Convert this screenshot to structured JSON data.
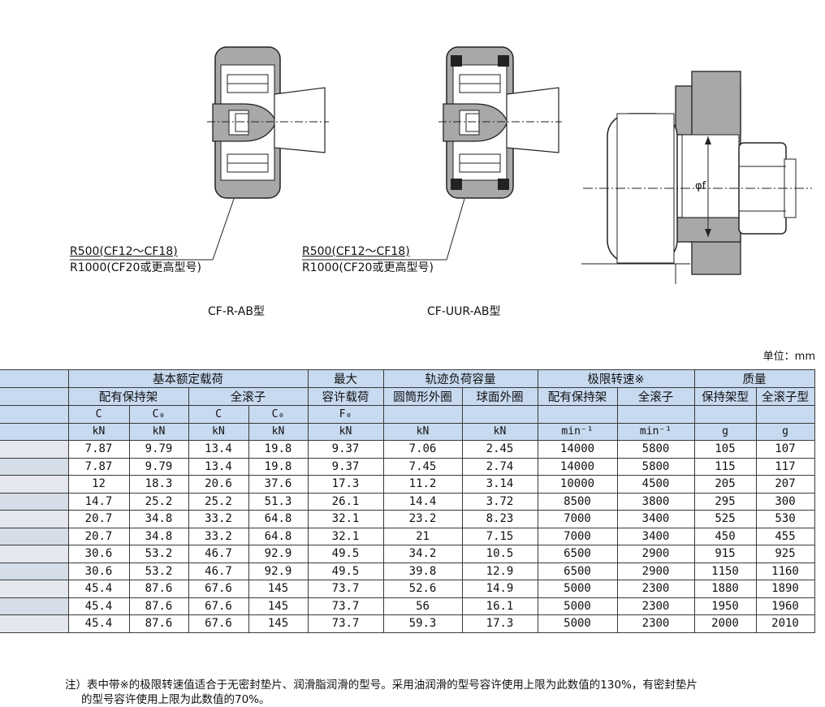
{
  "diagrams": {
    "left": {
      "callout_line1": "R500(CF12～CF18)",
      "callout_line2": "R1000(CF20或更高型号)",
      "caption": "CF-R-AB型"
    },
    "middle": {
      "callout_line1": "R500(CF12～CF18)",
      "callout_line2": "R1000(CF20或更高型号)",
      "caption": "CF-UUR-AB型"
    },
    "right": {
      "dimension_label": "φf"
    }
  },
  "unit_label": "单位：mm",
  "table": {
    "header": {
      "basic_load": "基本额定载荷",
      "max_allow_1": "最大",
      "max_allow_2": "容许载荷",
      "track_load": "轨迹负荷容量",
      "limit_speed": "极限转速※",
      "mass": "质量",
      "with_cage": "配有保持架",
      "full_roller": "全滚子",
      "cyl_outer": "圆筒形外圈",
      "sph_outer": "球面外圈",
      "speed_with_cage": "配有保持架",
      "speed_full_roller": "全滚子",
      "cage_type": "保持架型",
      "full_roller_type": "全滚子型",
      "c1": "C",
      "c0_1": "C₀",
      "c2": "C",
      "c0_2": "C₀",
      "f0": "F₀",
      "u_kn1": "kN",
      "u_kn2": "kN",
      "u_kn3": "kN",
      "u_kn4": "kN",
      "u_kn5": "kN",
      "u_kn6": "kN",
      "u_kn7": "kN",
      "u_min1": "min⁻¹",
      "u_min2": "min⁻¹",
      "u_g1": "g",
      "u_g2": "g"
    },
    "rows": [
      [
        "7.87",
        "9.79",
        "13.4",
        "19.8",
        "9.37",
        "7.06",
        "2.45",
        "14000",
        "5800",
        "105",
        "107"
      ],
      [
        "7.87",
        "9.79",
        "13.4",
        "19.8",
        "9.37",
        "7.45",
        "2.74",
        "14000",
        "5800",
        "115",
        "117"
      ],
      [
        "12",
        "18.3",
        "20.6",
        "37.6",
        "17.3",
        "11.2",
        "3.14",
        "10000",
        "4500",
        "205",
        "207"
      ],
      [
        "14.7",
        "25.2",
        "25.2",
        "51.3",
        "26.1",
        "14.4",
        "3.72",
        "8500",
        "3800",
        "295",
        "300"
      ],
      [
        "20.7",
        "34.8",
        "33.2",
        "64.8",
        "32.1",
        "23.2",
        "8.23",
        "7000",
        "3400",
        "525",
        "530"
      ],
      [
        "20.7",
        "34.8",
        "33.2",
        "64.8",
        "32.1",
        "21",
        "7.15",
        "7000",
        "3400",
        "450",
        "455"
      ],
      [
        "30.6",
        "53.2",
        "46.7",
        "92.9",
        "49.5",
        "34.2",
        "10.5",
        "6500",
        "2900",
        "915",
        "925"
      ],
      [
        "30.6",
        "53.2",
        "46.7",
        "92.9",
        "49.5",
        "39.8",
        "12.9",
        "6500",
        "2900",
        "1150",
        "1160"
      ],
      [
        "45.4",
        "87.6",
        "67.6",
        "145",
        "73.7",
        "52.6",
        "14.9",
        "5000",
        "2300",
        "1880",
        "1890"
      ],
      [
        "45.4",
        "87.6",
        "67.6",
        "145",
        "73.7",
        "56",
        "16.1",
        "5000",
        "2300",
        "1950",
        "1960"
      ],
      [
        "45.4",
        "87.6",
        "67.6",
        "145",
        "73.7",
        "59.3",
        "17.3",
        "5000",
        "2300",
        "2000",
        "2010"
      ]
    ]
  },
  "note": {
    "line1": "注）表中带※的极限转速值适合于无密封垫片、润滑脂润滑的型号。采用油润滑的型号容许使用上限为此数值的130%，有密封垫片",
    "line2": "的型号容许使用上限为此数值的70%。"
  }
}
